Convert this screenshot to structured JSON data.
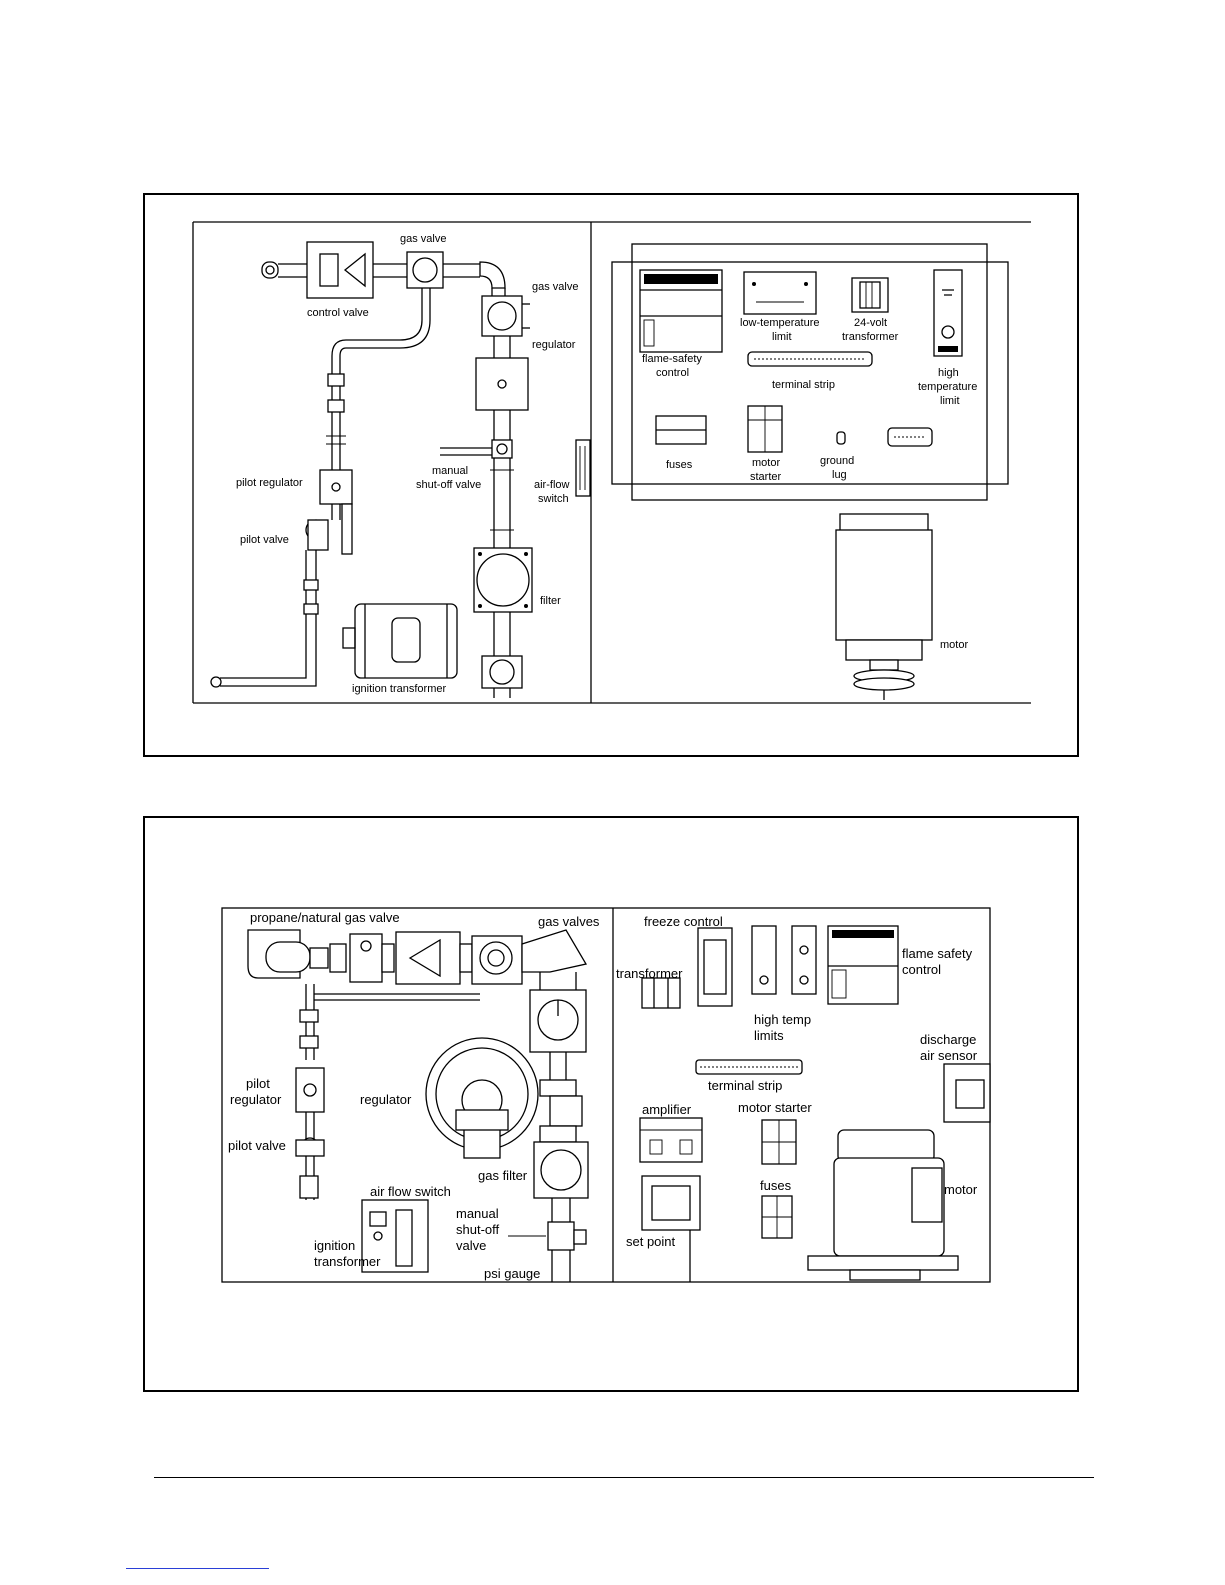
{
  "diagram1": {
    "labels": {
      "gas_valve_top": "gas valve",
      "control_valve": "control valve",
      "gas_valve_right": "gas valve",
      "regulator": "regulator",
      "manual_shutoff_1": "manual",
      "manual_shutoff_2": "shut-off valve",
      "air_flow_1": "air-flow",
      "air_flow_2": "switch",
      "pilot_regulator": "pilot regulator",
      "pilot_valve": "pilot valve",
      "filter": "filter",
      "ignition_transformer": "ignition transformer",
      "flame_safety_1": "flame-safety",
      "flame_safety_2": "control",
      "low_temp_1": "low-temperature",
      "low_temp_2": "limit",
      "transformer24_1": "24-volt",
      "transformer24_2": "transformer",
      "terminal_strip": "terminal strip",
      "high_temp_1": "high",
      "high_temp_2": "temperature",
      "high_temp_3": "limit",
      "fuses": "fuses",
      "motor_starter_1": "motor",
      "motor_starter_2": "starter",
      "ground_lug_1": "ground",
      "ground_lug_2": "lug",
      "motor": "motor"
    }
  },
  "diagram2": {
    "labels": {
      "propane_valve": "propane/natural gas valve",
      "gas_valves": "gas valves",
      "freeze_control": "freeze control",
      "transformer": "transformer",
      "flame_safety_1": "flame safety",
      "flame_safety_2": "control",
      "high_temp_1": "high temp",
      "high_temp_2": "limits",
      "discharge_1": "discharge",
      "discharge_2": "air sensor",
      "terminal_strip": "terminal strip",
      "pilot_regulator_1": "pilot",
      "pilot_regulator_2": "regulator",
      "regulator": "regulator",
      "pilot_valve": "pilot valve",
      "amplifier": "amplifier",
      "motor_starter": "motor starter",
      "gas_filter": "gas filter",
      "fuses": "fuses",
      "motor": "motor",
      "air_flow_switch": "air flow switch",
      "manual_1": "manual",
      "manual_2": "shut-off",
      "manual_3": "valve",
      "ignition_1": "ignition",
      "ignition_2": "transformer",
      "set_point": "set point",
      "psi_gauge": "psi gauge"
    }
  }
}
